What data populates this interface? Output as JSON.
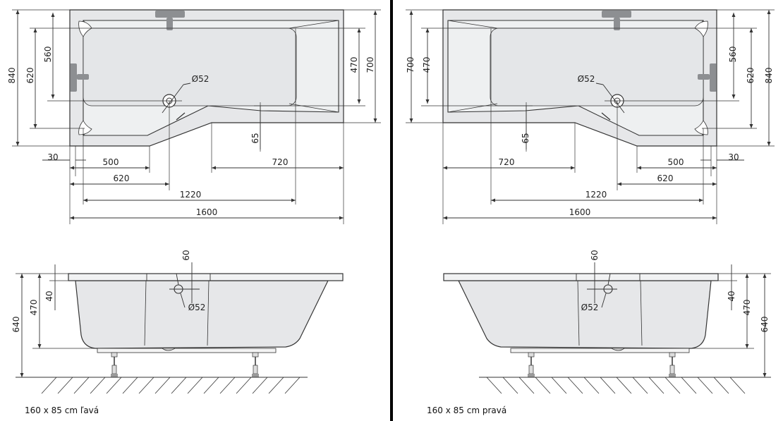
{
  "panels": [
    {
      "id": "left",
      "caption": "160 x 85 cm ľavá",
      "top_view": {
        "horizontal_dims": [
          "30",
          "500",
          "620",
          "1220",
          "1600",
          "720"
        ],
        "vertical_dims": [
          "840",
          "620",
          "560",
          "470",
          "700",
          "65"
        ],
        "drain_label": "Ø52"
      },
      "side_view": {
        "dims": [
          "640",
          "470",
          "40",
          "60"
        ],
        "overflow_label": "Ø52"
      }
    },
    {
      "id": "right",
      "caption": "160 x 85 cm pravá",
      "top_view": {
        "horizontal_dims": [
          "30",
          "500",
          "620",
          "1220",
          "1600",
          "720"
        ],
        "vertical_dims": [
          "840",
          "620",
          "560",
          "470",
          "700",
          "65"
        ],
        "drain_label": "Ø52"
      },
      "side_view": {
        "dims": [
          "640",
          "470",
          "40",
          "60"
        ],
        "overflow_label": "Ø52"
      }
    }
  ],
  "colors": {
    "tub_fill": "#e6e7e9",
    "line": "#333333",
    "divider": "#000000"
  }
}
